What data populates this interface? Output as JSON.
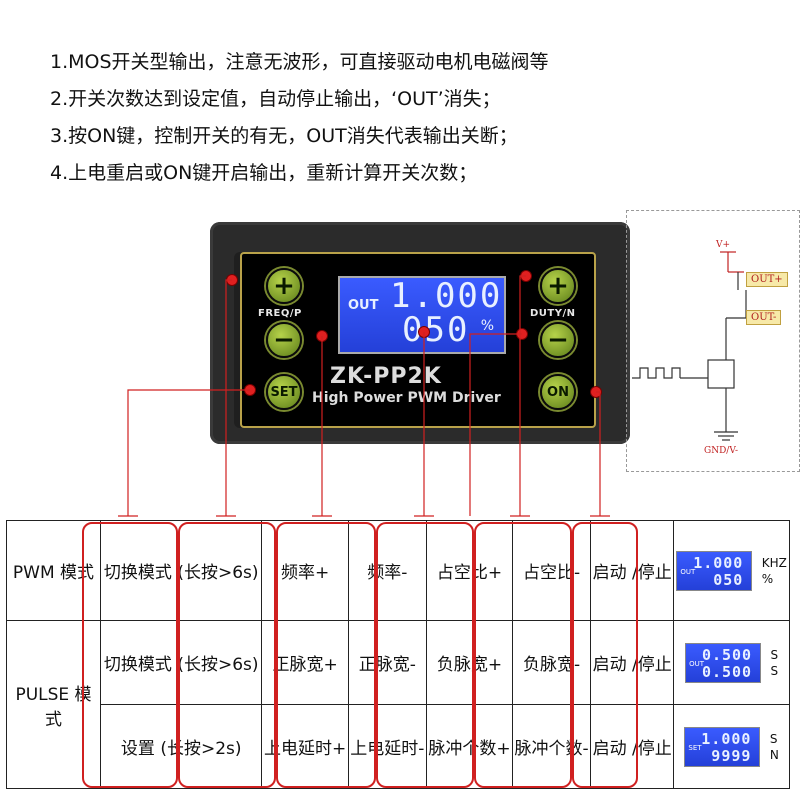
{
  "notes": [
    "1.MOS开关型输出，注意无波形，可直接驱动电机电磁阀等",
    "2.开关次数达到设定值，自动停止输出，‘OUT’消失；",
    "3.按ON键，控制开关的有无，OUT消失代表输出关断；",
    "4.上电重启或ON键开启输出，重新计算开关次数；"
  ],
  "device": {
    "freq_label": "FREQ/P",
    "duty_label": "DUTY/N",
    "plus": "+",
    "minus": "−",
    "set": "SET",
    "on": "ON",
    "lcd_out": "OUT",
    "lcd_line1": "1.000",
    "lcd_line2": "050",
    "lcd_unit": "%",
    "model": "ZK-PP2K",
    "subtitle": "High Power PWM Driver"
  },
  "schematic": {
    "vplus": "V+",
    "out_plus": "OUT+",
    "out_minus": "OUT-",
    "gnd": "GND/V-"
  },
  "table": {
    "pwm_mode": "PWM 模式",
    "pulse_mode": "PULSE 模式",
    "pwm_row": [
      "切换模式 (长按>6s)",
      "频率+",
      "频率-",
      "占空比+",
      "占空比-",
      "启动 /停止"
    ],
    "pulse_row1": [
      "切换模式 (长按>6s)",
      "正脉宽+",
      "正脉宽-",
      "负脉宽+",
      "负脉宽-",
      "启动 /停止"
    ],
    "pulse_row2": [
      "设置 (长按>2s)",
      "上电延时+",
      "上电延时-",
      "脉冲个数+",
      "脉冲个数-",
      "启动 /停止"
    ],
    "pwm_lcd": {
      "tag": "OUT",
      "l1": "1.000",
      "l2": "050",
      "u1": "KHZ",
      "u2": "%"
    },
    "pulse1_lcd": {
      "tag": "OUT",
      "l1": "0.500",
      "l2": "0.500",
      "u1": "S",
      "u2": "S"
    },
    "pulse2_lcd": {
      "tag": "SET",
      "l1": "1.000",
      "l2": "9999",
      "u1": "S",
      "u2": "N"
    }
  }
}
